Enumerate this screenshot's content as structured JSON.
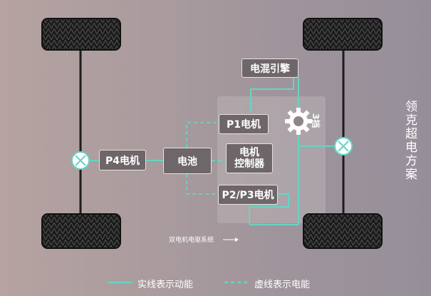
{
  "diagram": {
    "title": "领克超电方案",
    "components": {
      "engine": "电混引擎",
      "p1_motor": "P1电机",
      "p4_motor": "P4电机",
      "battery": "电池",
      "controller": "电机\n控制器",
      "p2p3_motor": "P2/P3电机"
    },
    "gearbox_label": "3挡",
    "dual_motor_caption": "双电机电驱系统",
    "legend": {
      "solid": "实线表示动能",
      "dashed": "虚线表示电能"
    }
  },
  "colors": {
    "kinetic_line": "#66d4c3",
    "electric_line": "#66d4c3",
    "box_fill": "#6e6668",
    "box_border": "#e8e2e2",
    "axle": "#1c1c1c",
    "tire": "#1a1a1a"
  }
}
